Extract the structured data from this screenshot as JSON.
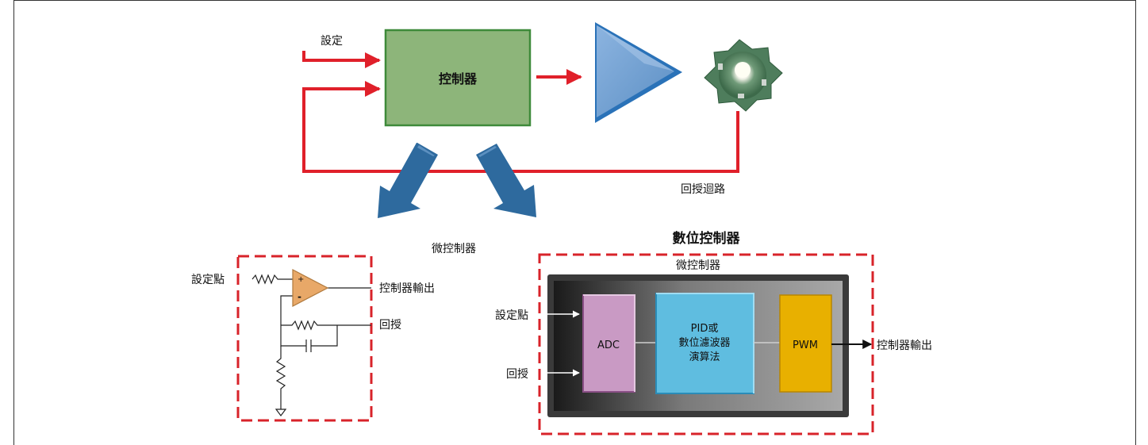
{
  "top": {
    "input_label": "設定",
    "controller_label": "控制器",
    "feedback_loop_label": "回授迴路"
  },
  "middle": {
    "microcontroller_label": "微控制器",
    "digital_controller_title": "數位控制器"
  },
  "analog": {
    "setpoint_label": "設定點",
    "output_label": "控制器輸出",
    "feedback_label": "回授",
    "opamp_plus": "+",
    "opamp_minus": "-"
  },
  "digital": {
    "mcu_label": "微控制器",
    "setpoint_label": "設定點",
    "feedback_label": "回授",
    "adc_label": "ADC",
    "pid_line1": "PID或",
    "pid_line2": "數位濾波器",
    "pid_line3": "演算法",
    "pwm_label": "PWM",
    "output_label": "控制器輸出"
  },
  "colors": {
    "signal_red": "#e0202a",
    "controller_green": "#8db57a",
    "amplifier_blue": "#7aa6d6",
    "arrow_blue": "#2e6a9e",
    "adc_purple": "#c99ac4",
    "pid_cyan": "#5fbde0",
    "pwm_yellow": "#e8b000",
    "dashed_red": "#d8232a",
    "opamp_orange": "#e8a868"
  }
}
